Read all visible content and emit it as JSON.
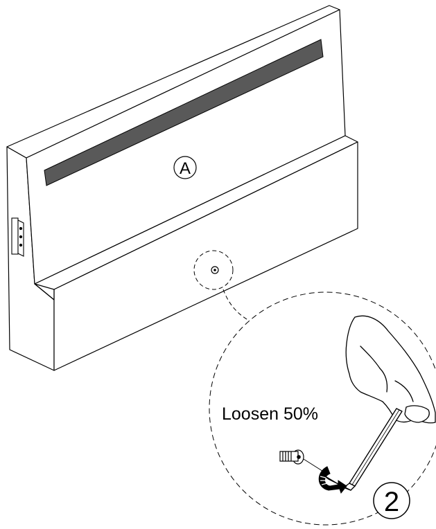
{
  "labels": {
    "panel_letter": "A",
    "instruction": "Loosen 50%",
    "step_number": "2"
  },
  "colors": {
    "line": "#000000",
    "slot_fill": "#595959",
    "background": "#ffffff"
  }
}
